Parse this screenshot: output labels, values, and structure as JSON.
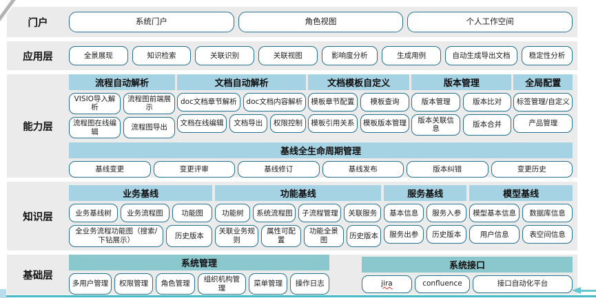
{
  "colors": {
    "band_background": "#ebebeb",
    "header_blue": "#a5d3e4",
    "header_teal": "#8bc8cd",
    "box_border": "#20708f",
    "accent_line": "#46bbc8"
  },
  "layers": {
    "portal": {
      "label": "门户",
      "boxes": [
        "系统门户",
        "角色视图",
        "个人工作空间"
      ]
    },
    "application": {
      "label": "应用层",
      "boxes": [
        "全景展现",
        "知识检索",
        "关联识别",
        "关联视图",
        "影响度分析",
        "生成用例",
        "自动生成导出文档",
        "稳定性分析"
      ]
    },
    "capability": {
      "label": "能力层",
      "groups": [
        {
          "header": "流程自动解析",
          "rows": [
            [
              "VISIO导入解析",
              "流程图前端展示"
            ],
            [
              "流程图在线编辑",
              "流程图导出"
            ]
          ]
        },
        {
          "header": "文档自动解析",
          "rows": [
            [
              "doc文档章节解析",
              "doc文档内容解析"
            ],
            [
              "文档在线编辑",
              "文档导出",
              "权限控制"
            ]
          ]
        },
        {
          "header": "文档模板自定义",
          "rows": [
            [
              "模板章节配置",
              "模板查询"
            ],
            [
              "模板引用关系",
              "模板版本管理"
            ]
          ]
        },
        {
          "header": "版本管理",
          "rows": [
            [
              "版本管理",
              "版本比对"
            ],
            [
              "版本关联信息",
              "版本合并"
            ]
          ]
        },
        {
          "header": "全局配置",
          "rows": [
            [
              "标签管理/自定义"
            ],
            [
              "产品管理"
            ]
          ]
        }
      ],
      "baseline": {
        "header": "基线全生命周期管理",
        "items": [
          "基线变更",
          "变更评审",
          "基线修订",
          "基线发布",
          "版本纠错",
          "变更历史"
        ]
      }
    },
    "knowledge": {
      "label": "知识层",
      "groups": [
        {
          "header": "业务基线",
          "rows": [
            [
              "业务基线树",
              "业务流程图",
              "功能图"
            ],
            [
              "全业务流程功能图（搜索/下钻展示）",
              "历史版本"
            ]
          ]
        },
        {
          "header": "功能基线",
          "rows": [
            [
              "功能树",
              "系统流程图",
              "子流程管理",
              "关联服务"
            ],
            [
              "关联业务规则",
              "属性可配置",
              "功能全景图",
              "历史版本"
            ]
          ]
        },
        {
          "header": "服务基线",
          "rows": [
            [
              "基本信息",
              "服务入参"
            ],
            [
              "服务出参",
              "历史版本"
            ]
          ]
        },
        {
          "header": "模型基线",
          "rows": [
            [
              "模型基本信息",
              "数据库信息"
            ],
            [
              "用户信息",
              "表空间信息"
            ]
          ]
        }
      ]
    },
    "foundation": {
      "label": "基础层",
      "groups": [
        {
          "header": "系统管理",
          "items": [
            "多用户管理",
            "权限管理",
            "角色管理",
            "组织机构管理",
            "菜单管理",
            "操作日志"
          ]
        },
        {
          "header": "系统接口",
          "items": [
            "jira",
            "confluence",
            "接口自动化平台"
          ]
        }
      ]
    }
  }
}
